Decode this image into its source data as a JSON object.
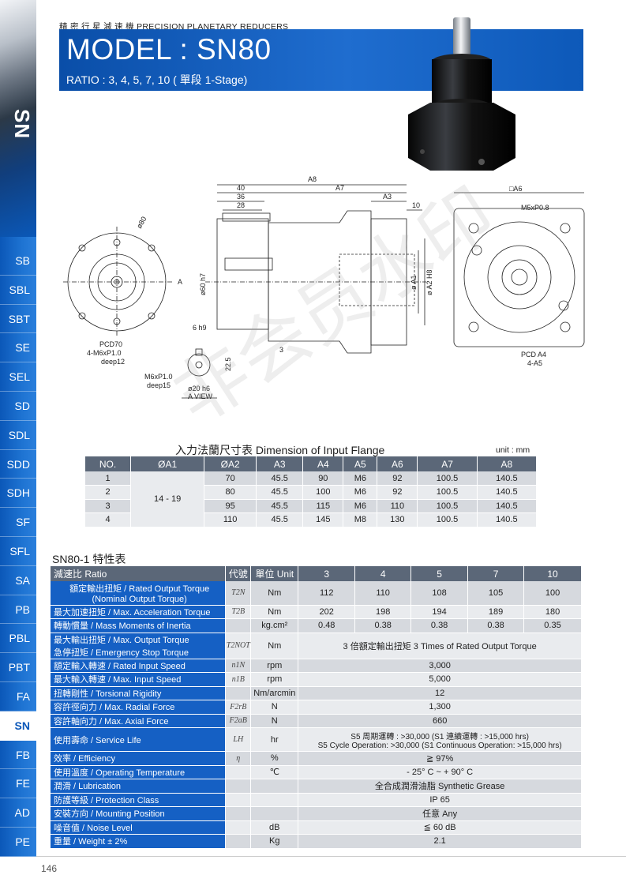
{
  "sidebar": {
    "series_label": "SN",
    "items": [
      "SB",
      "SBL",
      "SBT",
      "SE",
      "SEL",
      "SD",
      "SDL",
      "SDD",
      "SDH",
      "SF",
      "SFL",
      "SA",
      "PB",
      "PBL",
      "PBT",
      "FA",
      "SN",
      "FB",
      "FE",
      "AD",
      "PE"
    ],
    "active": "SN"
  },
  "header": {
    "subtitle": "精 密 行 星 減 速 機   PRECISION PLANETARY REDUCERS",
    "model": "MODEL : SN80",
    "ratio": "RATIO : 3, 4, 5, 7, 10 ( 單段 1-Stage)"
  },
  "drawing": {
    "labels": {
      "a8": "A8",
      "d40": "40",
      "a7": "A7",
      "d36": "36",
      "a3": "A3",
      "d28": "28",
      "d10": "10",
      "phi80": "ø80",
      "a_arrow": "A",
      "phi60": "ø60 h7",
      "phi_a1": "ø A1",
      "phi_a2": "ø A2 H8",
      "pcd70": "PCD70",
      "m6_front": "4-M6xP1.0",
      "deep12": "deep12",
      "d6": "6 h9",
      "d22": "22.5",
      "d3": "3",
      "m6_shaft": "M6xP1.0",
      "deep15": "deep15",
      "phi20": "ø20 h6",
      "a_view": "A VIEW",
      "sq_a6": "□A6",
      "m5": "M5xP0.8",
      "pcd_a4": "PCD A4",
      "a5": "4-A5"
    }
  },
  "flange": {
    "title": "入力法蘭尺寸表  Dimension of Input Flange",
    "unit": "unit : mm",
    "headers": [
      "NO.",
      "ØA1",
      "ØA2",
      "A3",
      "A4",
      "A5",
      "A6",
      "A7",
      "A8"
    ],
    "a1_merged": "14 - 19",
    "rows": [
      [
        "1",
        "70",
        "45.5",
        "90",
        "M6",
        "92",
        "100.5",
        "140.5"
      ],
      [
        "2",
        "80",
        "45.5",
        "100",
        "M6",
        "92",
        "100.5",
        "140.5"
      ],
      [
        "3",
        "95",
        "45.5",
        "115",
        "M6",
        "110",
        "100.5",
        "140.5"
      ],
      [
        "4",
        "110",
        "45.5",
        "145",
        "M8",
        "130",
        "100.5",
        "140.5"
      ]
    ]
  },
  "spec": {
    "title": "SN80-1 特性表",
    "headers": {
      "ratio": "減速比 Ratio",
      "code": "代號",
      "unit": "單位 Unit",
      "ratios": [
        "3",
        "4",
        "5",
        "7",
        "10"
      ]
    },
    "rows": [
      {
        "label": "額定輸出扭矩 / Rated Output Torque\n(Nominal Output Torque)",
        "code": "T2N",
        "unit": "Nm",
        "values": [
          "112",
          "110",
          "108",
          "105",
          "100"
        ]
      },
      {
        "label": "最大加速扭矩 / Max. Acceleration Torque",
        "code": "T2B",
        "unit": "Nm",
        "values": [
          "202",
          "198",
          "194",
          "189",
          "180"
        ]
      },
      {
        "label": "轉動慣量 / Mass Moments of Inertia",
        "code": "",
        "unit": "kg.cm²",
        "values": [
          "0.48",
          "0.38",
          "0.38",
          "0.38",
          "0.35"
        ]
      },
      {
        "label": "最大輸出扭矩 / Max. Output Torque\n急停扭矩 / Emergency Stop Torque",
        "code": "T2NOT",
        "unit": "Nm",
        "span": "3 倍額定輸出扭矩 3 Times of Rated Output Torque"
      },
      {
        "label": "額定輸入轉速 / Rated Input Speed",
        "code": "n1N",
        "unit": "rpm",
        "span": "3,000"
      },
      {
        "label": "最大輸入轉速 / Max. Input Speed",
        "code": "n1B",
        "unit": "rpm",
        "span": "5,000"
      },
      {
        "label": "扭轉剛性 / Torsional Rigidity",
        "code": "",
        "unit": "Nm/arcmin",
        "span": "12"
      },
      {
        "label": "容許徑向力 / Max. Radial Force",
        "code": "F2rB",
        "unit": "N",
        "span": "1,300"
      },
      {
        "label": "容許軸向力 / Max. Axial Force",
        "code": "F2aB",
        "unit": "N",
        "span": "660"
      },
      {
        "label": "使用壽命 / Service Life",
        "code": "LH",
        "unit": "hr",
        "span": "S5 周期運轉 : >30,000 (S1 連續運轉 : >15,000 hrs)\nS5 Cycle Operation: >30,000 (S1 Continuous Operation: >15,000 hrs)"
      },
      {
        "label": "效率 / Efficiency",
        "code": "η",
        "unit": "%",
        "span": "≧ 97%"
      },
      {
        "label": "使用溫度 / Operating Temperature",
        "code": "",
        "unit": "℃",
        "span": "- 25° C ~ + 90° C"
      },
      {
        "label": "潤滑 / Lubrication",
        "code": "",
        "unit": "",
        "span": "全合成潤滑油脂 Synthetic Grease"
      },
      {
        "label": "防護等級 / Protection Class",
        "code": "",
        "unit": "",
        "span": "IP 65"
      },
      {
        "label": "安裝方向 / Mounting Position",
        "code": "",
        "unit": "",
        "span": "任意 Any"
      },
      {
        "label": "噪音值 / Noise Level",
        "code": "",
        "unit": "dB",
        "span": "≦ 60 dB"
      },
      {
        "label": "重量 / Weight ± 2%",
        "code": "",
        "unit": "Kg",
        "span": "2.1"
      }
    ]
  },
  "page_number": "146",
  "watermark": "非会员水印",
  "colors": {
    "accent": "#0b57b8",
    "table_header": "#5b6778",
    "label_blue": "#1560c4"
  }
}
